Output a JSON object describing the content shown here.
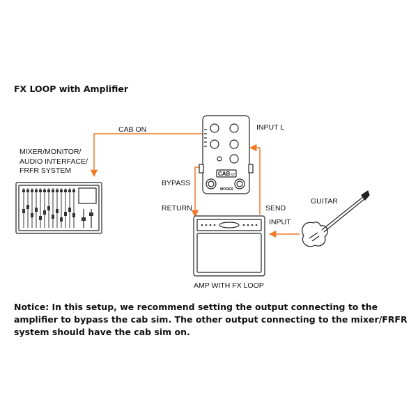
{
  "title": "FX LOOP with Amplifier",
  "labels": {
    "cab_on": "CAB ON",
    "input_l": "INPUT L",
    "bypass": "BYPASS",
    "return": "RETURN",
    "send": "SEND",
    "input": "INPUT",
    "guitar": "GUITAR",
    "amp": "AMP WITH FX LOOP",
    "mixer_lines": [
      "MIXER/MONITOR/",
      "AUDIO INTERFACE/",
      "FRFR SYSTEM"
    ]
  },
  "pedal": {
    "brand": "CAB",
    "badge": "X2",
    "maker": "MOOER"
  },
  "notice": "Notice: In this setup, we recommend setting the output connecting to the amplifier to bypass the cab sim. The other output connecting to the mixer/FRFR system should have the cab sim on.",
  "colors": {
    "cable": "#f07a2a",
    "outline": "#222222",
    "text": "#111111"
  }
}
